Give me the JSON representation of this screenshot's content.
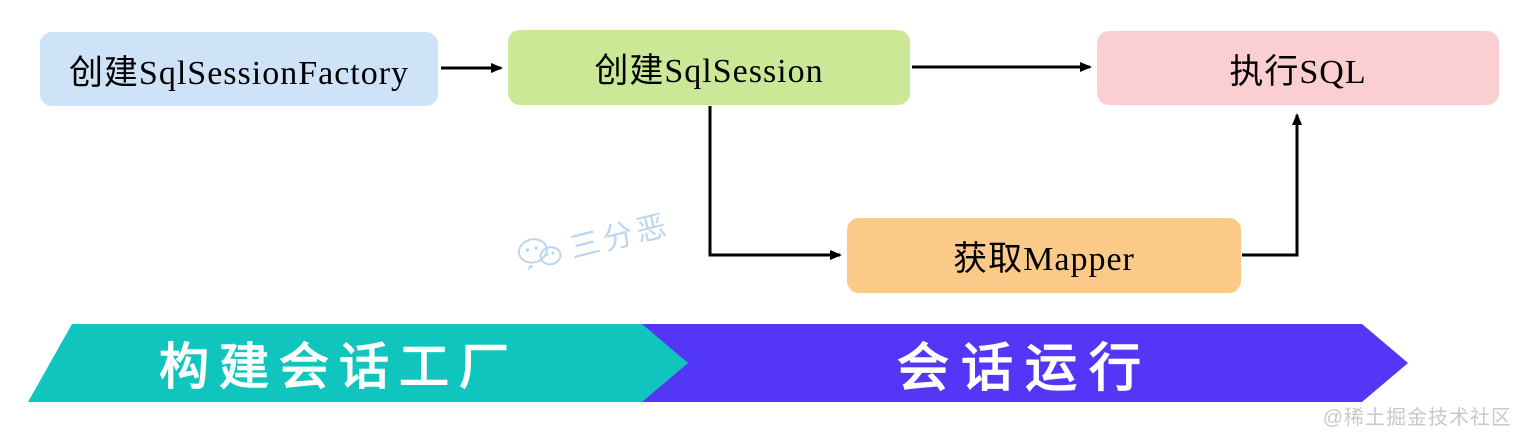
{
  "diagram": {
    "boxes": [
      {
        "label": "创建SqlSessionFactory",
        "color": "#cfe3f8"
      },
      {
        "label": "创建SqlSession",
        "color": "#cbe897"
      },
      {
        "label": "执行SQL",
        "color": "#fbced2"
      },
      {
        "label": "获取Mapper",
        "color": "#fbca88"
      }
    ],
    "banners": [
      {
        "label": "构建会话工厂",
        "color": "#11c5bf"
      },
      {
        "label": "会话运行",
        "color": "#5436f6"
      }
    ],
    "watermark_text": "三分恶",
    "credit_text": "@稀土掘金技术社区",
    "arrow_color": "#000000"
  }
}
